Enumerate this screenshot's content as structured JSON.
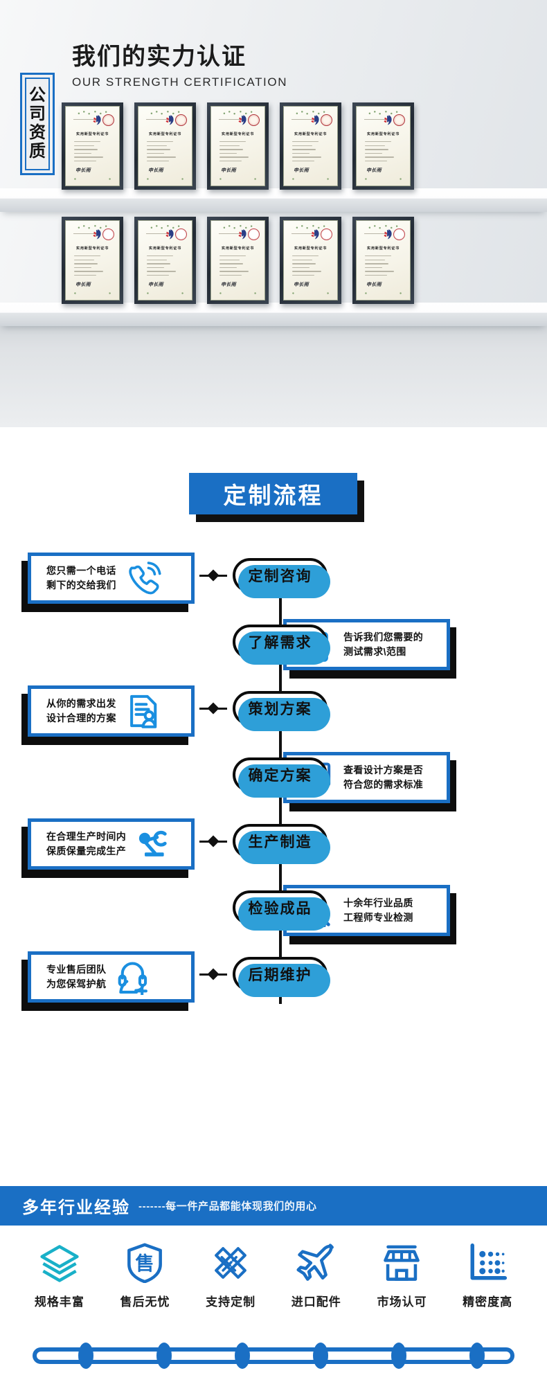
{
  "certification": {
    "title_cn": "我们的实力认证",
    "title_en": "OUR STRENGTH CERTIFICATION",
    "vertical_badge": [
      "公",
      "司",
      "资",
      "质"
    ],
    "accent_color": "#1a6fc4",
    "certificate": {
      "main_title": "实用新型专利证书",
      "signature": "申长雨",
      "count_row_1": 5,
      "count_row_2": 5
    },
    "certificates_row_1": [
      {
        "name": "实用新型专利证书"
      },
      {
        "name": "实用新型专利证书"
      },
      {
        "name": "实用新型专利证书"
      },
      {
        "name": "实用新型专利证书"
      },
      {
        "name": "实用新型专利证书"
      }
    ],
    "certificates_row_2": [
      {
        "name": "实用新型专利证书"
      },
      {
        "name": "实用新型专利证书"
      },
      {
        "name": "实用新型专利证书"
      },
      {
        "name": "实用新型专利证书"
      },
      {
        "name": "实用新型专利证书"
      }
    ]
  },
  "flow": {
    "title": "定制流程",
    "title_bg": "#1a6fc4",
    "steps": [
      {
        "node": "定制咨询",
        "side": "left",
        "icon": "phone-ring-icon",
        "text": "您只需一个电话\n剩下的交给我们"
      },
      {
        "node": "了解需求",
        "side": "right",
        "icon": "clipboard-check-icon",
        "text": "告诉我们您需要的\n测试需求\\范围"
      },
      {
        "node": "策划方案",
        "side": "left",
        "icon": "document-user-icon",
        "text": "从你的需求出发\n设计合理的方案"
      },
      {
        "node": "确定方案",
        "side": "right",
        "icon": "monitor-check-icon",
        "text": "查看设计方案是否\n符合您的需求标准"
      },
      {
        "node": "生产制造",
        "side": "left",
        "icon": "robot-arm-icon",
        "text": "在合理生产时间内\n保质保量完成生产"
      },
      {
        "node": "检验成品",
        "side": "right",
        "icon": "document-search-icon",
        "text": "十余年行业品质\n工程师专业检测"
      },
      {
        "node": "后期维护",
        "side": "left",
        "icon": "headset-support-icon",
        "text": "专业售后团队\n为您保驾护航"
      }
    ]
  },
  "experience_bar": {
    "main": "多年行业经验",
    "sub": "-------每一件产品都能体现我们的用心",
    "bg": "#1a6fc4"
  },
  "features": [
    {
      "label": "规格丰富",
      "icon": "layers-icon",
      "color": "#19b0c8"
    },
    {
      "label": "售后无忧",
      "icon": "shield-sale-icon",
      "color": "#1a6fc4"
    },
    {
      "label": "支持定制",
      "icon": "ruler-pencil-icon",
      "color": "#1a6fc4"
    },
    {
      "label": "进口配件",
      "icon": "airplane-icon",
      "color": "#1a6fc4"
    },
    {
      "label": "市场认可",
      "icon": "storefront-icon",
      "color": "#1a6fc4"
    },
    {
      "label": "精密度高",
      "icon": "precision-dots-icon",
      "color": "#1a6fc4"
    }
  ],
  "timeline": {
    "dot_count": 6,
    "color": "#1a6fc4"
  }
}
